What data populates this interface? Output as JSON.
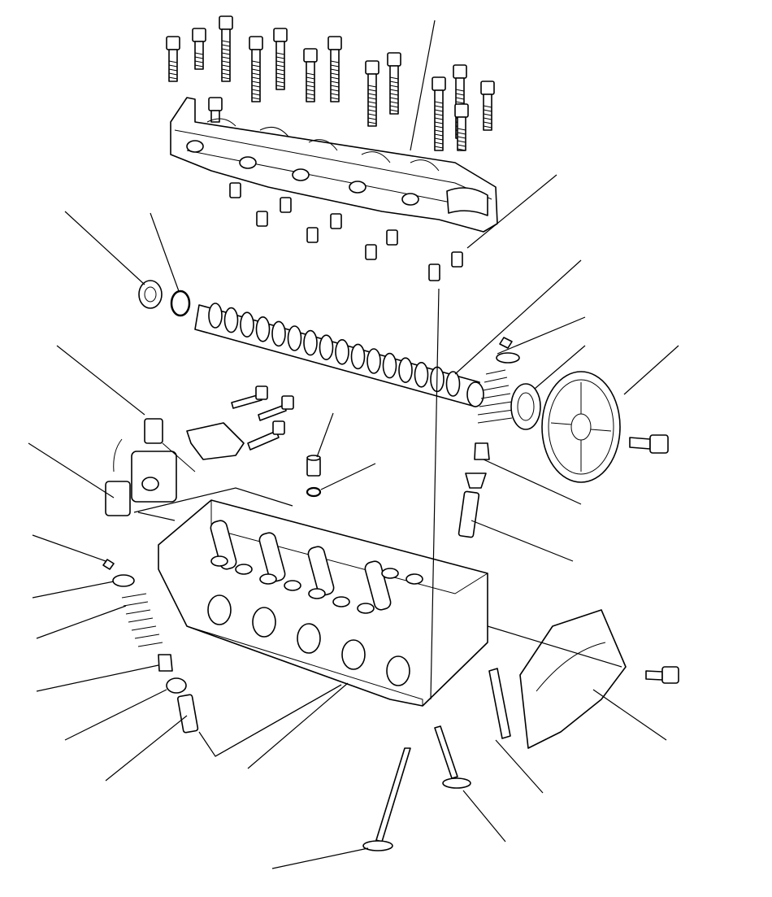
{
  "diagram": {
    "kind": "exploded-view line drawing",
    "text_labels": [],
    "colors": {
      "line": "#000000",
      "background": "#ffffff"
    },
    "parts": [
      "head-bolt",
      "rocker-arm-assembly",
      "dowel-pin",
      "camshaft-seal",
      "o-ring",
      "camshaft",
      "spool-valve",
      "filter-bolt",
      "sealing-washer",
      "valve-spring",
      "valve-retainer",
      "valve-seal",
      "spring-seat",
      "valve-guide",
      "camshaft-pulley",
      "pulley-bolt",
      "cylinder-head",
      "intake-valve",
      "exhaust-valve",
      "back-cover",
      "gasket-strip"
    ]
  }
}
